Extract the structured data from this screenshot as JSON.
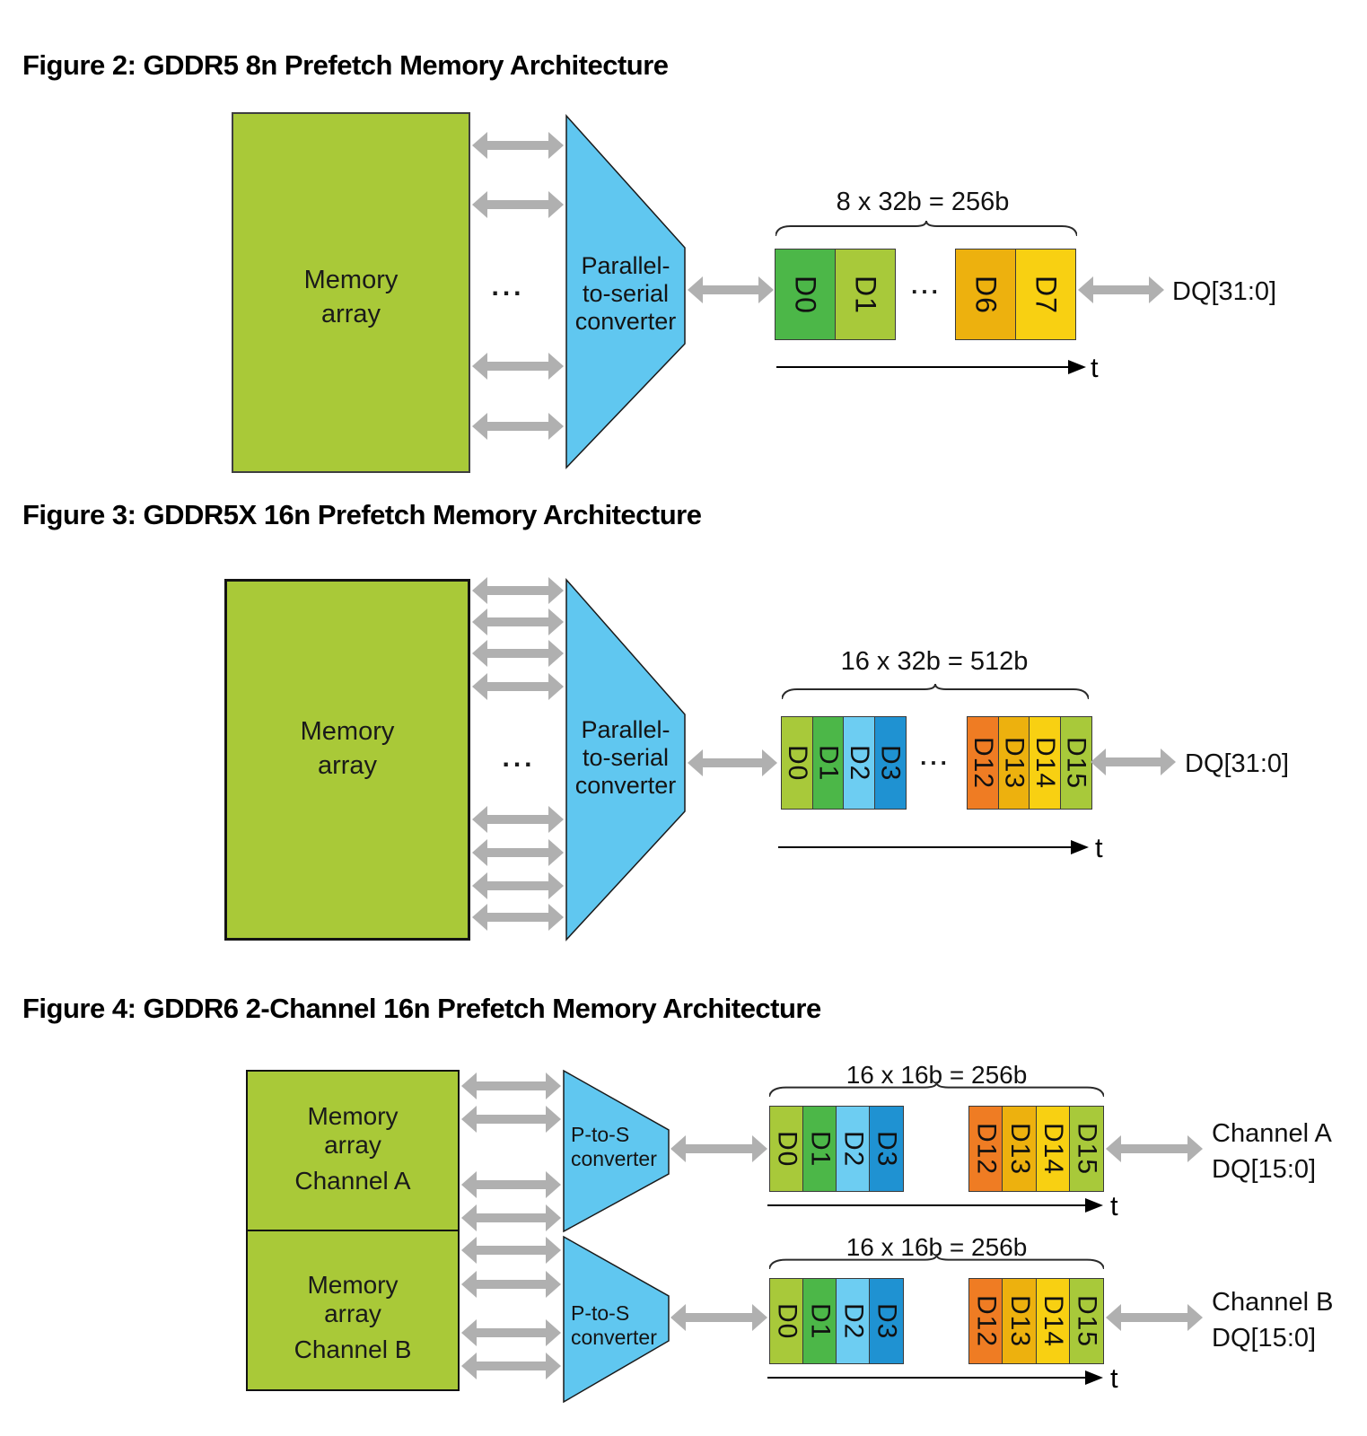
{
  "colors": {
    "memory_green": "#a9c938",
    "converter_blue": "#60c7f0",
    "arrow_gray": "#b0b0b0",
    "block_green": "#4cb748",
    "block_yellow_green": "#a8c93a",
    "block_light_blue": "#6dcdf2",
    "block_blue": "#1f92d2",
    "block_orange": "#ef7c23",
    "block_amber": "#edb10e",
    "block_yellow": "#f8d012"
  },
  "figure2": {
    "title": "Figure 2: GDDR5 8n Prefetch Memory Architecture",
    "memory_line1": "Memory",
    "memory_line2": "array",
    "array_ellipsis": "...",
    "converter_line1": "Parallel-",
    "converter_line2": "to-serial",
    "converter_line3": "converter",
    "bus_label": "8 x 32b = 256b",
    "blocks_left": [
      {
        "label": "D0",
        "color": "#4cb748"
      },
      {
        "label": "D1",
        "color": "#a8c93a"
      }
    ],
    "burst_ellipsis": "...",
    "blocks_right": [
      {
        "label": "D6",
        "color": "#edb10e"
      },
      {
        "label": "D7",
        "color": "#f8d012"
      }
    ],
    "dq_label": "DQ[31:0]",
    "time_label": "t"
  },
  "figure3": {
    "title": "Figure 3: GDDR5X 16n Prefetch Memory Architecture",
    "memory_line1": "Memory",
    "memory_line2": "array",
    "array_ellipsis": "...",
    "converter_line1": "Parallel-",
    "converter_line2": "to-serial",
    "converter_line3": "converter",
    "bus_label": "16 x 32b = 512b",
    "blocks_left": [
      {
        "label": "D0",
        "color": "#a8c93a"
      },
      {
        "label": "D1",
        "color": "#4cb748"
      },
      {
        "label": "D2",
        "color": "#6dcdf2"
      },
      {
        "label": "D3",
        "color": "#1f92d2"
      }
    ],
    "burst_ellipsis": "...",
    "blocks_right": [
      {
        "label": "D12",
        "color": "#ef7c23"
      },
      {
        "label": "D13",
        "color": "#edb10e"
      },
      {
        "label": "D14",
        "color": "#f8d012"
      },
      {
        "label": "D15",
        "color": "#a8c93a"
      }
    ],
    "dq_label": "DQ[31:0]",
    "time_label": "t"
  },
  "figure4": {
    "title": "Figure 4: GDDR6 2-Channel 16n Prefetch Memory Architecture",
    "channel_a": {
      "memory_line1": "Memory",
      "memory_line2": "array",
      "channel_label": "Channel A",
      "converter_line1": "P-to-S",
      "converter_line2": "converter",
      "bus_label": "16 x 16b = 256b",
      "blocks_left": [
        {
          "label": "D0",
          "color": "#a8c93a"
        },
        {
          "label": "D1",
          "color": "#4cb748"
        },
        {
          "label": "D2",
          "color": "#6dcdf2"
        },
        {
          "label": "D3",
          "color": "#1f92d2"
        }
      ],
      "blocks_right": [
        {
          "label": "D12",
          "color": "#ef7c23"
        },
        {
          "label": "D13",
          "color": "#edb10e"
        },
        {
          "label": "D14",
          "color": "#f8d012"
        },
        {
          "label": "D15",
          "color": "#a8c93a"
        }
      ],
      "output_line1": "Channel A",
      "output_line2": "DQ[15:0]",
      "time_label": "t"
    },
    "channel_b": {
      "memory_line1": "Memory",
      "memory_line2": "array",
      "channel_label": "Channel B",
      "converter_line1": "P-to-S",
      "converter_line2": "converter",
      "bus_label": "16 x 16b = 256b",
      "blocks_left": [
        {
          "label": "D0",
          "color": "#a8c93a"
        },
        {
          "label": "D1",
          "color": "#4cb748"
        },
        {
          "label": "D2",
          "color": "#6dcdf2"
        },
        {
          "label": "D3",
          "color": "#1f92d2"
        }
      ],
      "blocks_right": [
        {
          "label": "D12",
          "color": "#ef7c23"
        },
        {
          "label": "D13",
          "color": "#edb10e"
        },
        {
          "label": "D14",
          "color": "#f8d012"
        },
        {
          "label": "D15",
          "color": "#a8c93a"
        }
      ],
      "output_line1": "Channel B",
      "output_line2": "DQ[15:0]",
      "time_label": "t"
    }
  }
}
